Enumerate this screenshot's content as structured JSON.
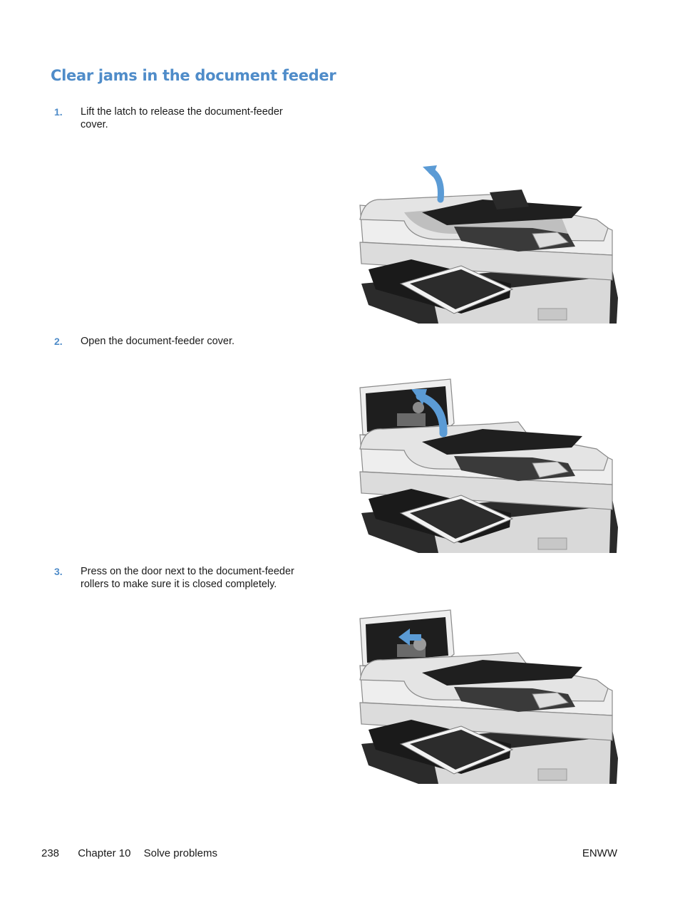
{
  "page_title": "Clear jams in the document feeder",
  "steps": [
    {
      "number": "1.",
      "text_lines": [
        "Lift the latch to release the document-feeder",
        "cover."
      ]
    },
    {
      "number": "2.",
      "text_lines": [
        "Open the document-feeder cover."
      ]
    },
    {
      "number": "3.",
      "text_lines": [
        "Press on the door next to the document-feeder",
        "rollers to make sure it is closed completely."
      ]
    }
  ],
  "illustrations": [
    {
      "name": "printer-lift-latch",
      "arrow": "up-curved"
    },
    {
      "name": "printer-open-cover",
      "arrow": "open-curved"
    },
    {
      "name": "printer-press-door",
      "arrow": "left"
    }
  ],
  "footer": {
    "page_number": "238",
    "chapter": "Chapter 10",
    "section": "Solve problems",
    "right_label": "ENWW"
  },
  "colors": {
    "accent": "#4f8cc9",
    "arrow": "#5b9bd5"
  }
}
